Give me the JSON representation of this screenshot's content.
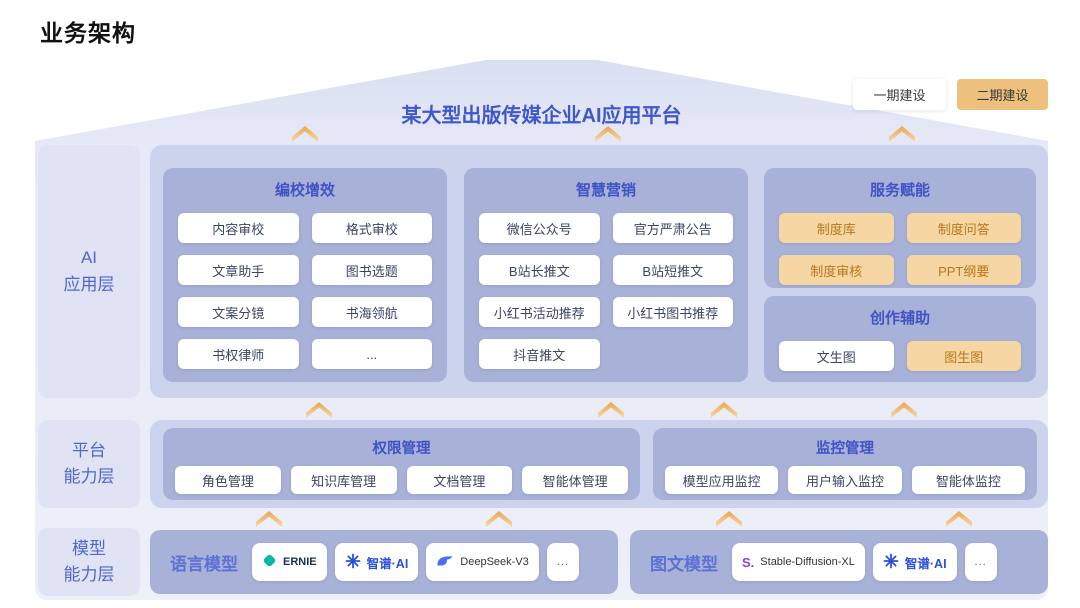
{
  "page": {
    "title": "业务架构"
  },
  "banner": {
    "title": "某大型出版传媒企业AI应用平台"
  },
  "legend": {
    "phase1": "一期建设",
    "phase2": "二期建设"
  },
  "layers": {
    "app": {
      "line1": "AI",
      "line2": "应用层"
    },
    "platform": {
      "line1": "平台",
      "line2": "能力层"
    },
    "model": {
      "line1": "模型",
      "line2": "能力层"
    }
  },
  "panels": {
    "editing": {
      "title": "编校增效",
      "items": [
        "内容审校",
        "格式审校",
        "文章助手",
        "图书选题",
        "文案分镜",
        "书海领航",
        "书权律师",
        "..."
      ]
    },
    "marketing": {
      "title": "智慧营销",
      "items": [
        "微信公众号",
        "官方严肃公告",
        "B站长推文",
        "B站短推文",
        "小红书活动推荐",
        "小红书图书推荐",
        "抖音推文"
      ]
    },
    "service": {
      "title": "服务赋能",
      "items": [
        "制度库",
        "制度问答",
        "制度审核",
        "PPT纲要"
      ]
    },
    "creation": {
      "title": "创作辅助",
      "items": [
        "文生图",
        "图生图"
      ]
    },
    "permission": {
      "title": "权限管理",
      "items": [
        "角色管理",
        "知识库管理",
        "文档管理",
        "智能体管理"
      ]
    },
    "monitoring": {
      "title": "监控管理",
      "items": [
        "模型应用监控",
        "用户输入监控",
        "智能体监控"
      ]
    },
    "language_model": {
      "title": "语言模型",
      "items": [
        "ERNIE",
        "智谱·AI",
        "DeepSeek-V3",
        "..."
      ]
    },
    "image_model": {
      "title": "图文模型",
      "items": [
        "Stable-Diffusion-XL",
        "智谱·AI",
        "..."
      ]
    }
  },
  "icons": {
    "ernie": "ernie-logo",
    "zhipu": "zhipu-starburst-logo",
    "deepseek": "deepseek-whale-logo",
    "stable_diffusion_glyph": "S."
  },
  "colors": {
    "accent_blue": "#3f53c4",
    "banner_blue": "#3f57c8",
    "panel_lavender": "#a8b2d8",
    "band_lavender": "#ccd4ed",
    "bg_lavender": "#e6e9f7",
    "highlight_orange_bg": "#f6d7a4",
    "highlight_orange_text": "#b8761d",
    "legend_orange": "#eec07d",
    "arrow_orange": "#e8a64b"
  }
}
